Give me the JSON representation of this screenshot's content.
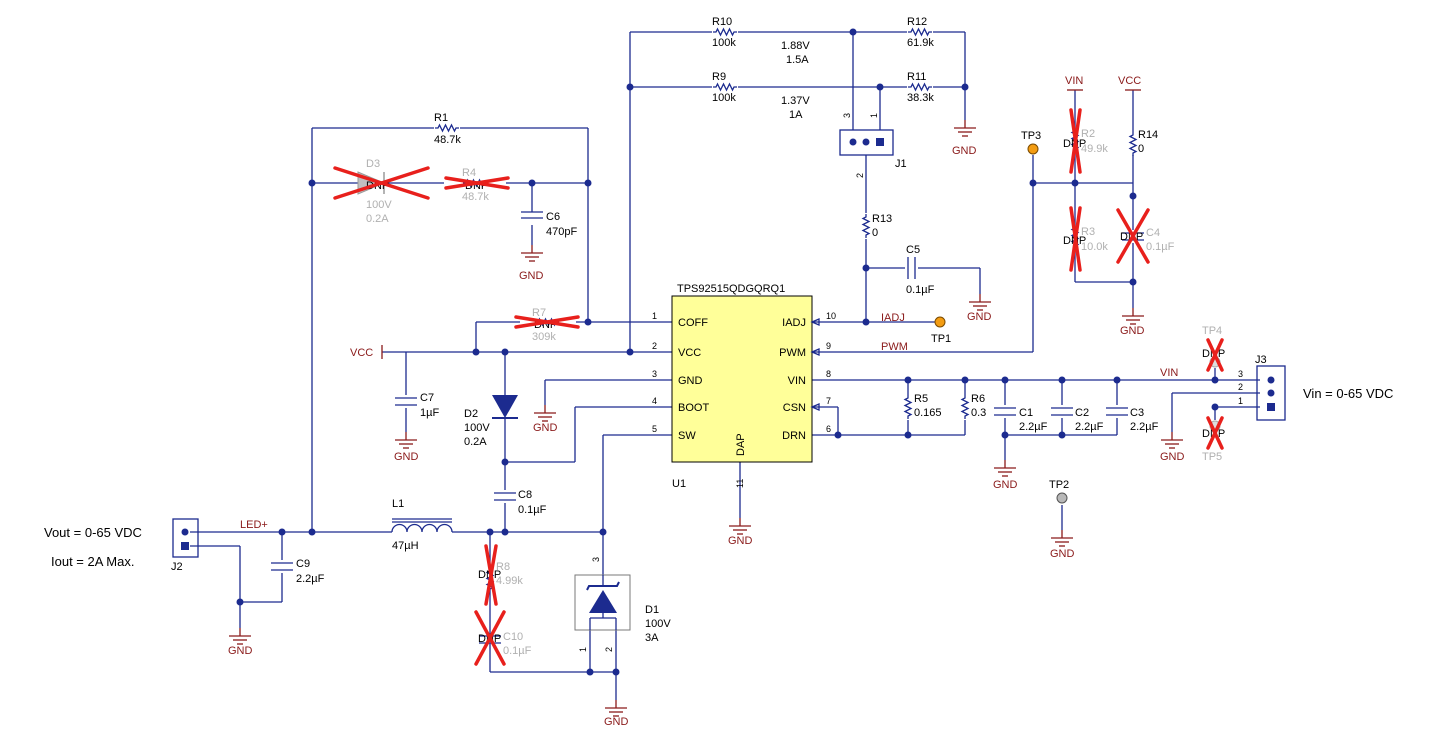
{
  "ic": {
    "part": "TPS92515QDGQRQ1",
    "ref": "U1",
    "pins_left": [
      {
        "num": "1",
        "name": "COFF"
      },
      {
        "num": "2",
        "name": "VCC"
      },
      {
        "num": "3",
        "name": "GND"
      },
      {
        "num": "4",
        "name": "BOOT"
      },
      {
        "num": "5",
        "name": "SW"
      }
    ],
    "pins_right": [
      {
        "num": "10",
        "name": "IADJ"
      },
      {
        "num": "9",
        "name": "PWM"
      },
      {
        "num": "8",
        "name": "VIN"
      },
      {
        "num": "7",
        "name": "CSN"
      },
      {
        "num": "6",
        "name": "DRN"
      }
    ],
    "pad": {
      "num": "11",
      "name": "DAP"
    }
  },
  "components": {
    "R1": {
      "ref": "R1",
      "value": "48.7k"
    },
    "R2": {
      "ref": "R2",
      "value": "49.9k",
      "dnp": "DNP"
    },
    "R3": {
      "ref": "R3",
      "value": "10.0k",
      "dnp": "DNP"
    },
    "R4": {
      "ref": "R4",
      "value": "48.7k",
      "dnp": "DNP"
    },
    "R5": {
      "ref": "R5",
      "value": "0.165"
    },
    "R6": {
      "ref": "R6",
      "value": "0.3"
    },
    "R7": {
      "ref": "R7",
      "value": "309k",
      "dnp": "DNP"
    },
    "R8": {
      "ref": "R8",
      "value": "4.99k",
      "dnp": "DNP"
    },
    "R9": {
      "ref": "R9",
      "value": "100k"
    },
    "R10": {
      "ref": "R10",
      "value": "100k"
    },
    "R11": {
      "ref": "R11",
      "value": "38.3k"
    },
    "R12": {
      "ref": "R12",
      "value": "61.9k"
    },
    "R13": {
      "ref": "R13",
      "value": "0"
    },
    "R14": {
      "ref": "R14",
      "value": "0"
    },
    "C1": {
      "ref": "C1",
      "value": "2.2µF"
    },
    "C2": {
      "ref": "C2",
      "value": "2.2µF"
    },
    "C3": {
      "ref": "C3",
      "value": "2.2µF"
    },
    "C4": {
      "ref": "C4",
      "value": "0.1µF",
      "dnp": "DNP"
    },
    "C5": {
      "ref": "C5",
      "value": "0.1µF"
    },
    "C6": {
      "ref": "C6",
      "value": "470pF"
    },
    "C7": {
      "ref": "C7",
      "value": "1µF"
    },
    "C8": {
      "ref": "C8",
      "value": "0.1µF"
    },
    "C9": {
      "ref": "C9",
      "value": "2.2µF"
    },
    "C10": {
      "ref": "C10",
      "value": "0.1µF",
      "dnp": "DNP"
    },
    "D1": {
      "ref": "D1",
      "v": "100V",
      "i": "3A",
      "pin1": "1",
      "pin2": "2",
      "pin3": "3"
    },
    "D2": {
      "ref": "D2",
      "v": "100V",
      "i": "0.2A"
    },
    "D3": {
      "ref": "D3",
      "v": "100V",
      "i": "0.2A",
      "dnp": "DNP"
    },
    "L1": {
      "ref": "L1",
      "value": "47µH"
    },
    "J1": {
      "ref": "J1",
      "pin1": "1",
      "pin2": "2",
      "pin3": "3"
    },
    "J2": {
      "ref": "J2"
    },
    "J3": {
      "ref": "J3",
      "pin1": "1",
      "pin2": "2",
      "pin3": "3"
    },
    "TP1": {
      "ref": "TP1"
    },
    "TP2": {
      "ref": "TP2"
    },
    "TP3": {
      "ref": "TP3"
    },
    "TP4": {
      "ref": "TP4",
      "dnp": "DNP"
    },
    "TP5": {
      "ref": "TP5",
      "dnp": "DNP"
    }
  },
  "settings": {
    "high": {
      "v": "1.88V",
      "i": "1.5A"
    },
    "low": {
      "v": "1.37V",
      "i": "1A"
    }
  },
  "nets": {
    "gnd": "GND",
    "vcc": "VCC",
    "vin": "VIN",
    "led": "LED+",
    "iadj": "IADJ",
    "pwm": "PWM"
  },
  "notes": {
    "vout": "Vout = 0-65 VDC",
    "iout": "Iout = 2A Max.",
    "vin": "Vin = 0-65 VDC"
  },
  "colors": {
    "wire": "#1c2b8f",
    "net_label": "#8a1a1a",
    "dnp_cross": "#e8201c",
    "ic_fill": "#ffff99",
    "testpoint_orange": "#f39c12"
  }
}
